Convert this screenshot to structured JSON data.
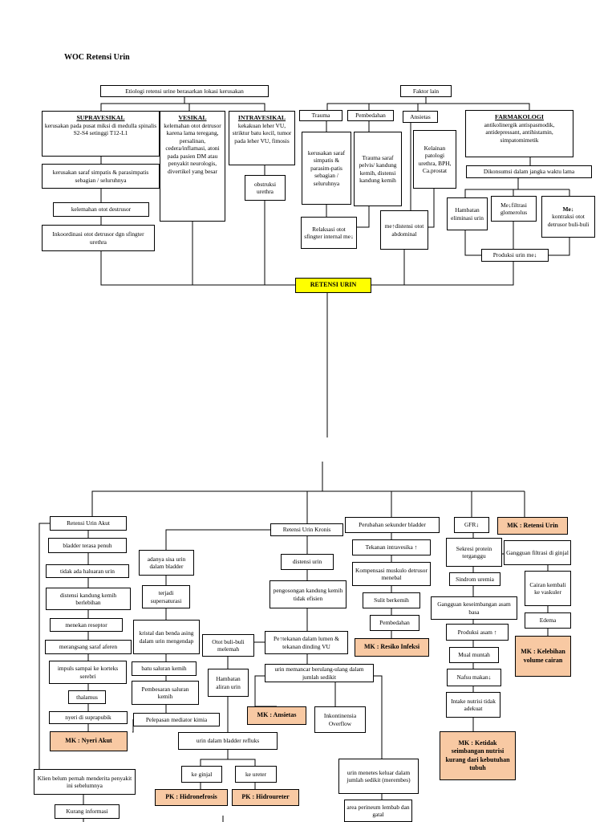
{
  "title": "WOC Retensi Urin",
  "top": {
    "etiologi": "Etiologi retensi urine berasarkan lokasi kerusakan",
    "faktor_lain": "Faktor lain",
    "supra_head": "SUPRAVESIKAL",
    "supra_text": "kerusakan pada pusat miksi di medulla spinalis S2-S4 setinggi T12-L1",
    "supra_2": "kerusakan saraf simpatis & parasimpatis sebagian / seluruhnya",
    "supra_3": "kelemahan otot destrusor",
    "supra_4": "Inkoordinasi otot detrusor dgn sfingter urethra",
    "vesikal_head": "VESIKAL",
    "vesikal_text": "kelemahan otot detrusor karena lama teregang, persalinan, cedera/inflamasi, atoni pada pasien DM atau penyakit neurologis, divertikel yang besar",
    "intra_head": "INTRAVESIKAL",
    "intra_text": "kekakuan leher VU, striktur batu kecil, tumor pada leher VU, fimosis",
    "obstruksi": "obstruksi urethra",
    "trauma": "Trauma",
    "trauma_text": "kerusakan saraf simpatis & parasim-patis sebagian / seluruhnya",
    "pembedahan": "Pembedahan",
    "pembedahan_text": "Trauma saraf pelvis/ kandung kemih, distensi kandung kemih",
    "ansietas": "Ansietas",
    "kelainan": "Kelainan patologi urethra, BPH, Ca.prostat",
    "relaksasi": "Relaksasi otot sfingter internal me↓",
    "distensi_abd": "me↑distensi otot abdominal",
    "farma_head": "FARMAKOLOGI",
    "farma_text": "antikolinergik antispasmodik, antidepressant, antihistamin, simpatomimetik",
    "dikonsumsi": "Dikonsumsi dalam jangka waktu lama",
    "hambatan_eliminasi": "Hambatan eliminasi urin",
    "filtrasi": "Me↓filtrasi glomerolus",
    "kontraksi_head": "Me↓",
    "kontraksi_text": "kontraksi otot detrusor buli-buli",
    "produksi": "Produksi urin me↓",
    "retensi": "RETENSI URIN"
  },
  "bottom": {
    "akut": "Retensi Urin Akut",
    "akut_1": "bladder terasa penuh",
    "akut_2": "tidak ada haluaran urin",
    "akut_3": "distensi kandung kemih berlebihan",
    "akut_4": "menekan reseptor",
    "akut_5": "merangsang saraf aferen",
    "akut_6": "impuls sampai ke korteks serebri",
    "akut_7": "thalamus",
    "akut_8": "nyeri di suprapubik",
    "mk_nyeri": "MK : Nyeri Akut",
    "klien": "Klien belum pernah menderita penyakit ini sebelumnya",
    "kurang": "Kurang informasi",
    "sisa_1": "adanya sisa urin dalam bladder",
    "sisa_2": "terjadi supersaturasi",
    "sisa_3": "kristal dan benda asing dalam urin mengendap",
    "sisa_4": "batu saluran kemih",
    "sisa_5": "Pembesaran saluran kemih",
    "sisa_6": "Pelepasan mediator kimia",
    "kronis": "Retensi Urin Kronis",
    "kronis_1": "distensi urin",
    "kronis_2": "pengosongan kandung kemih tidak efisien",
    "kronis_3": "Pe↑tekanan dalam lumen & tekanan dinding VU",
    "otot_buli": "Otot buli-buli melemah",
    "hambatan_aliran": "Hambatan aliran urin",
    "memancar": "urin memancar berulang-ulang dalam jumlah sedikit",
    "mk_ansietas": "MK : Ansietas",
    "inkontinensia": "Inkontinensia Overflow",
    "refluks": "urin dalam bladder refluks",
    "ginjal": "ke ginjal",
    "ureter": "ke ureter",
    "pk_hidronefrosis": "PK : Hidronefrosis",
    "pk_hidroureter": "PK : Hidroureter",
    "menetes": "urin menetes keluar dalam jumlah sedikit (merembes)",
    "perineum": "area perineum lembab dan gatal",
    "sekunder": "Perubahan sekunder bladder",
    "sekunder_1": "Tekanan intravesika ↑",
    "sekunder_2": "Kompensasi muskulo detrusor menebal",
    "sekunder_3": "Sulit berkemih",
    "sekunder_4": "Pembedahan",
    "mk_infeksi": "MK : Resiko Infeksi",
    "gfr": "GFR↓",
    "mk_retensi": "MK : Retensi Urin",
    "gfr_1": "Sekresi protein terganggu",
    "gangguan_filtrasi": "Gangguan filtrasi di ginjal",
    "gfr_2": "Sindrom uremia",
    "cairan": "Cairan kembali ke vaskuler",
    "gfr_3": "Gangguan keseimbangan asam basa",
    "edema": "Edema",
    "gfr_4": "Produksi asam ↑",
    "mk_kelebihan": "MK : Kelebihan volume cairan",
    "gfr_5": "Mual muntah",
    "gfr_6": "Nafsu makan↓",
    "gfr_7": "Intake nutrisi tidak adekuat",
    "mk_nutrisi": "MK : Ketidak seimbangan nutrisi kurang dari kebutuhan tubuh"
  }
}
